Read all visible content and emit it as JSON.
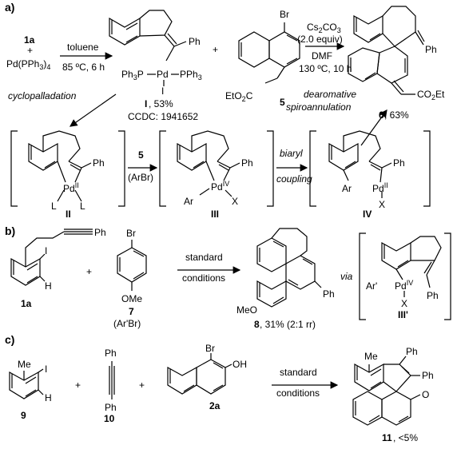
{
  "sections": {
    "a": "a)",
    "b": "b)",
    "c": "c)"
  },
  "part_a": {
    "reactant_1a": "1a",
    "plus": "+",
    "pd_reagent": "Pd(PPh3)4",
    "cond1_top": "toluene",
    "cond1_bottom": "85 ºC, 6 h",
    "ph": "Ph",
    "ph3p": "Ph3P",
    "pd": "Pd",
    "pph3": "PPh3",
    "iodide": "I",
    "complex_I_label": "I",
    "complex_I_yield": ", 53%",
    "ccdc": "CCDC: 1941652",
    "br": "Br",
    "ester": "EtO2C",
    "cmpd5": "5",
    "cond2_top": "Cs2CO3",
    "cond2_equiv": "(2.0 equiv)",
    "cond2_solvent": "DMF",
    "cond2_temp": "130 ºC, 10 h",
    "product_ester": "CO2Et",
    "product6_label": "6",
    "product6_yield": ", 63%",
    "cyclopalladation": "cyclopalladation",
    "dearomative": "dearomative",
    "spiroannulation": "spiroannulation",
    "int_II": "II",
    "int_III": "III",
    "int_IV": "IV",
    "pd_II": "Pd",
    "ox_II": "II",
    "ox_IV": "IV",
    "ligand_L": "L",
    "ar": "Ar",
    "x": "X",
    "arbr5": "5",
    "arbr": "(ArBr)",
    "biaryl": "biaryl",
    "coupling": "coupling"
  },
  "part_b": {
    "i": "I",
    "h": "H",
    "cmpd1a": "1a",
    "plus": "+",
    "br": "Br",
    "ome": "OMe",
    "cmpd7": "7",
    "ar_br": "(Ar'Br)",
    "cond_top": "standard",
    "cond_bottom": "conditions",
    "meo": "MeO",
    "ph": "Ph",
    "product8_label": "8",
    "product8_yield": ", 31% (2:1 rr)",
    "via": "via",
    "ar_prime": "Ar'",
    "pd": "Pd",
    "ox_IV": "IV",
    "x": "X",
    "int_IIIp": "III'"
  },
  "part_c": {
    "me": "Me",
    "i": "I",
    "h": "H",
    "cmpd9": "9",
    "plus": "+",
    "ph": "Ph",
    "cmpd10": "10",
    "br": "Br",
    "oh": "OH",
    "cmpd2a": "2a",
    "cond_top": "standard",
    "cond_bottom": "conditions",
    "o": "O",
    "product11_label": "11",
    "product11_yield": ", <5%"
  }
}
